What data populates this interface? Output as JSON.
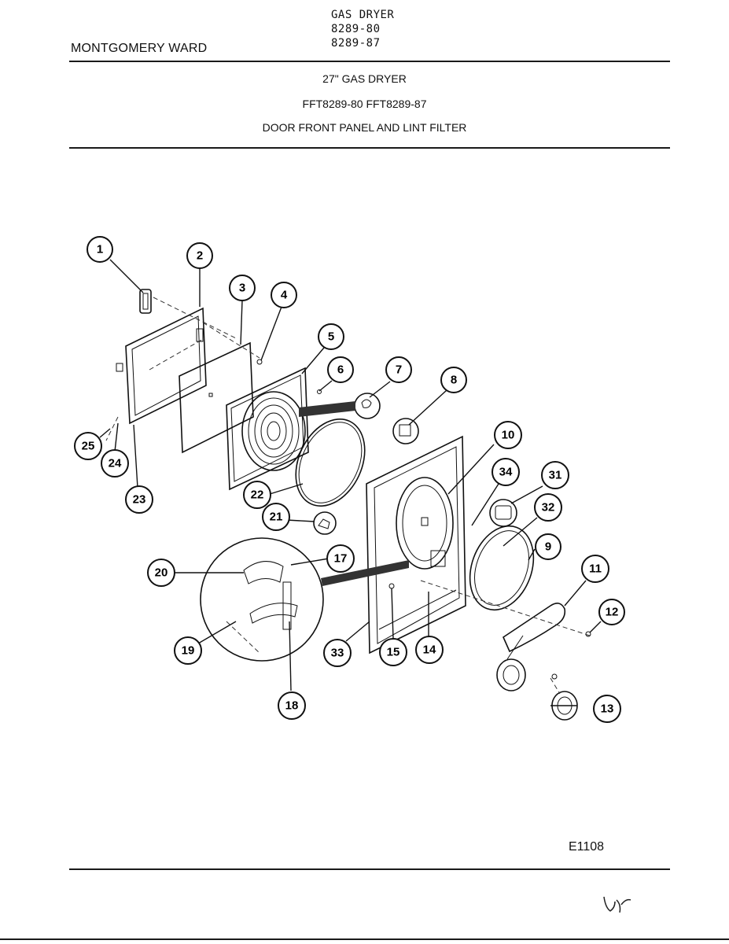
{
  "header": {
    "brand": "MONTGOMERY WARD",
    "model_lines": [
      "GAS DRYER",
      "8289-80",
      "8289-87"
    ]
  },
  "title": {
    "line1": "27\" GAS DRYER",
    "line2": "FFT8289-80  FFT8289-87",
    "line3": "DOOR FRONT PANEL AND LINT FILTER"
  },
  "callouts": [
    "1",
    "2",
    "3",
    "4",
    "5",
    "6",
    "7",
    "8",
    "9",
    "10",
    "11",
    "12",
    "13",
    "14",
    "15",
    "17",
    "18",
    "19",
    "20",
    "21",
    "22",
    "23",
    "24",
    "25",
    "31",
    "32",
    "33",
    "34"
  ],
  "diagram_code": "E1108"
}
